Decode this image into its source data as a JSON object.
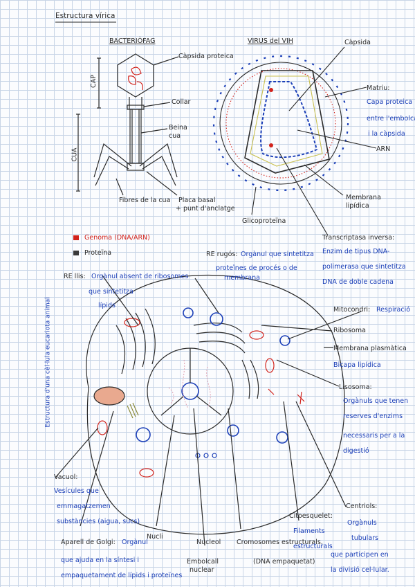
{
  "page_title": "Estructura vírica",
  "bacteriofag": {
    "title": "BACTERIÒFAG",
    "capsida_proteica": "Càpsida proteica",
    "collar": "Collar",
    "beina_cua": [
      "Beina",
      "cua"
    ],
    "cap": "CAP",
    "cua": "CUA",
    "fibres": "Fibres de la cua",
    "placa": [
      "Placa basal",
      "+ punt d'anclatge"
    ]
  },
  "vih": {
    "title": "VIRUS del VIH",
    "capsida": "Càpsida",
    "matriu": "Matriu:",
    "matriu_desc": [
      "Capa proteica",
      "entre l'embolcall",
      "i la càpsida"
    ],
    "arn": "ARN",
    "membrana": [
      "Membrana",
      "lipídica"
    ],
    "glicoproteina": "Glicoproteïna",
    "transcriptasa": [
      "Transcriptasa inversa:",
      "Enzim de tipus DNA-",
      "polimerasa que sintetitza",
      "DNA de doble cadena"
    ]
  },
  "legend": {
    "genoma": "Genoma (DNA/ARN)",
    "proteina": "Proteïna"
  },
  "cell": {
    "side_title": "Estructura d'una cèl·lula eucariota animal",
    "re_rugos_title": "RE rugós:",
    "re_rugos_desc": [
      "Orgànul que sintetitza",
      "proteïnes de procés o de",
      "membrana"
    ],
    "re_llis_title": "RE llis:",
    "re_llis_desc": [
      "Orgànul absent de ribosomes",
      "que sintetitza",
      "lípids"
    ],
    "mitocondri_title": "Mitocondri:",
    "mitocondri_desc": "Respiració",
    "ribosoma": "Ribosoma",
    "membrana": [
      "Membrana plasmàtica",
      "Bicapa lipídica"
    ],
    "lisosoma_title": "Lisosoma:",
    "lisosoma_desc": [
      "Orgànuls que tenen",
      "reserves d'enzims",
      "necessaris per a la",
      "digestió"
    ],
    "vacuol_title": "Vacuol:",
    "vacuol_desc": [
      "Vesícules que",
      "emmagatzemen",
      "substàncies (aigua, sucs)"
    ],
    "golgi_title": "Aparell de Golgi:",
    "golgi_desc": [
      "Orgànul",
      "que ajuda en la síntesi i",
      "empaquetament de lípids i proteïnes"
    ],
    "nucli": "Nucli",
    "nucleol": "Nucleol",
    "embolcall": [
      "Embolcall",
      "nuclear"
    ],
    "cromosomes": [
      "Cromosomes estructurals.",
      "(DNA empaquetat)"
    ],
    "citoesquelet_title": "Citoesquelet:",
    "citoesquelet_desc": [
      "Filaments",
      "estructurals"
    ],
    "centriols_title": "Centriols:",
    "centriols_desc": [
      "Orgànuls",
      "tubulars",
      "que participen en",
      "la divisió cel·lular."
    ]
  },
  "colors": {
    "ink": "#2a2a2a",
    "blue": "#1b3fb8",
    "red": "#d2231c",
    "salmon": "#e9a98f",
    "olive": "#8a8a3a"
  }
}
